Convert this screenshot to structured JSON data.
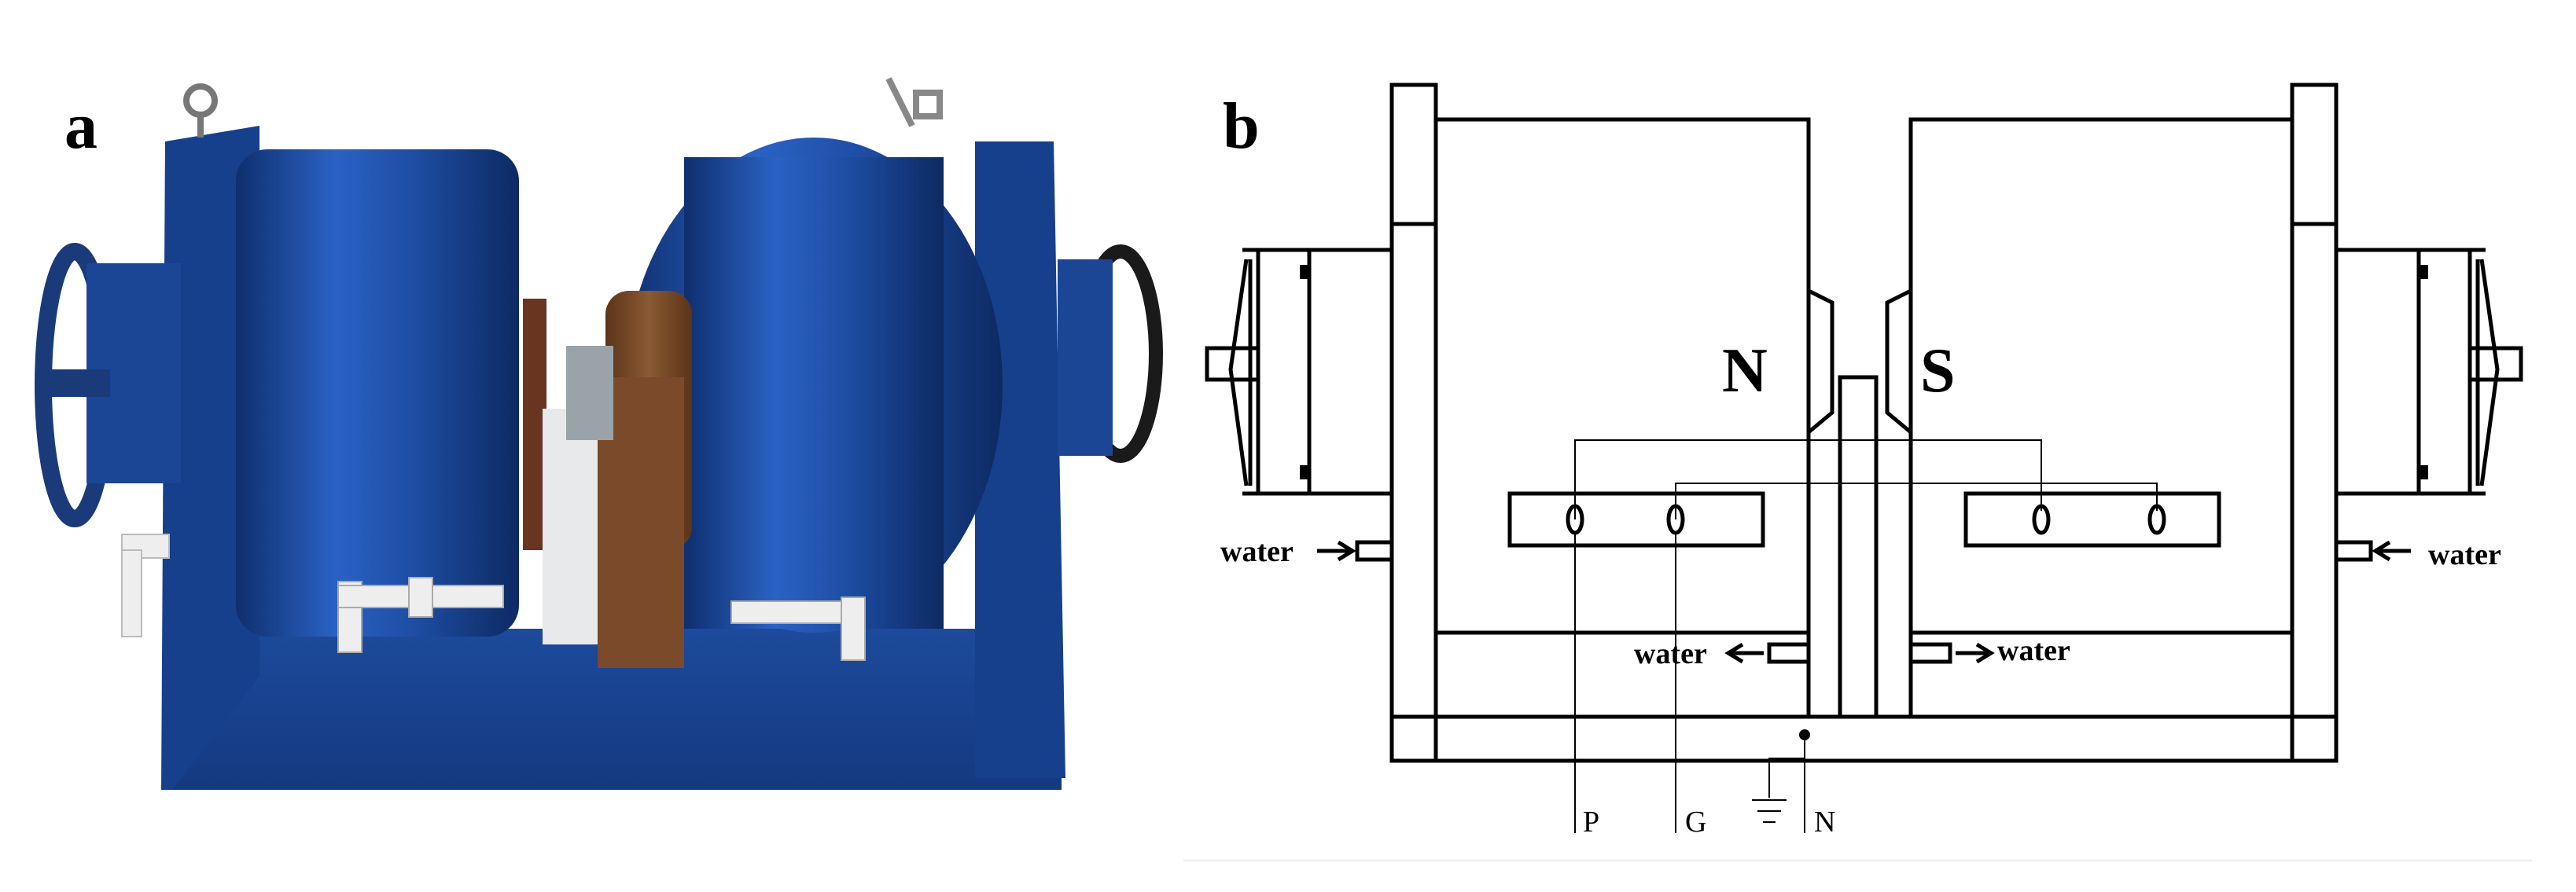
{
  "panels": [
    {
      "label": "a"
    },
    {
      "label": "b"
    }
  ],
  "diagram": {
    "poles": {
      "north": "N",
      "south": "S"
    },
    "water": {
      "left_inlet": "water",
      "right_inlet": "water",
      "left_outlet": "water",
      "right_outlet": "water"
    },
    "terminals": [
      "P",
      "G",
      "N"
    ]
  },
  "colors": {
    "magnet_blue": "#1f50a8",
    "magnet_dark": "#0f2f6e",
    "rust": "#7a4a2a",
    "pipe_white": "#eeeeee"
  }
}
